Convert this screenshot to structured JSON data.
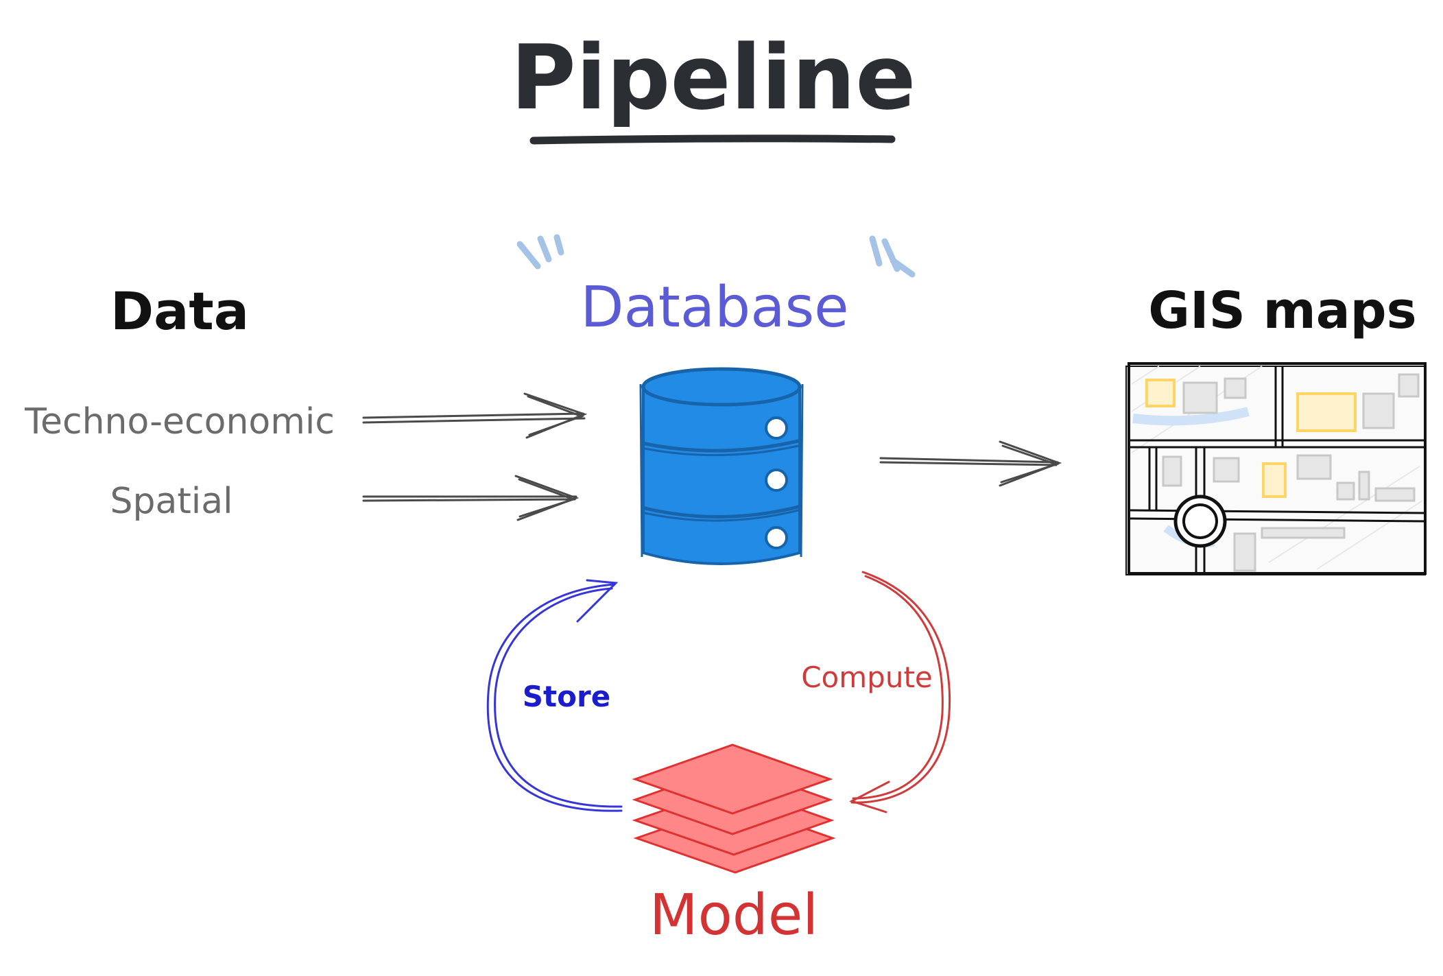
{
  "title": "Pipeline",
  "data_section": {
    "heading": "Data",
    "inputs": [
      "Techno-economic",
      "Spatial"
    ]
  },
  "database": {
    "label": "Database"
  },
  "output": {
    "label": "GIS maps"
  },
  "model": {
    "label": "Model"
  },
  "loop": {
    "store_label": "Store",
    "compute_label": "Compute"
  },
  "colors": {
    "title": "#2b2f33",
    "heading": "#111111",
    "input_text": "#6b6b6b",
    "arrow_gray": "#4a4a4a",
    "database_label": "#5b5bd6",
    "database_fill": "#228be6",
    "database_stroke": "#1864ab",
    "store": "#1c1ccf",
    "compute": "#d03a3a",
    "model_fill": "#ff8787",
    "model_stroke": "#e03131",
    "model_label": "#d33333",
    "sparkle": "#a5c3e6",
    "map_yellow": "#ffd666",
    "map_gray": "#c8c8c8",
    "map_blue": "#d0e2f7"
  }
}
